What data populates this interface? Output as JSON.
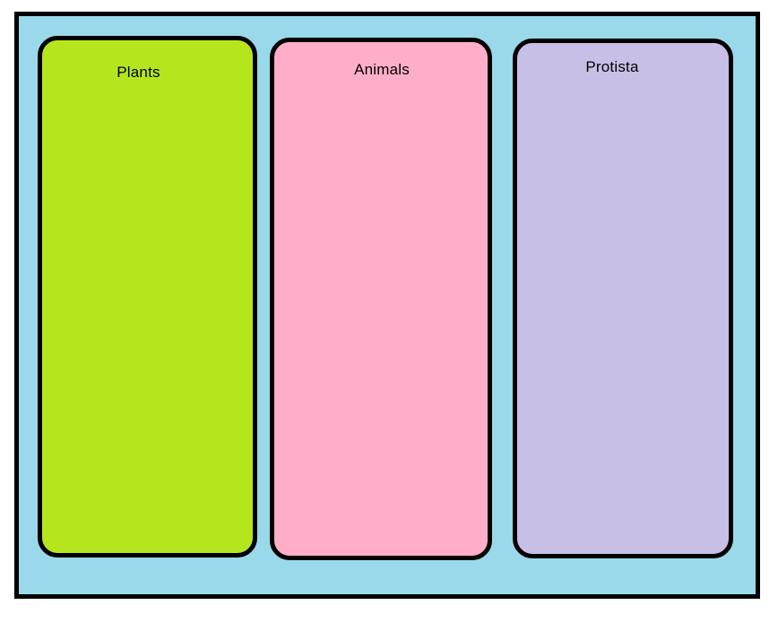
{
  "page": {
    "background_color": "#ffffff"
  },
  "board": {
    "name": "kingdom-classification-chart",
    "background_color": "#99D9EA",
    "border_color": "#000000"
  },
  "columns": [
    {
      "id": "plants",
      "label": "Plants",
      "fill": "#B5E61D",
      "border_color": "#000000"
    },
    {
      "id": "animals",
      "label": "Animals",
      "fill": "#FFAEC9",
      "border_color": "#000000"
    },
    {
      "id": "protista",
      "label": "Protista",
      "fill": "#C8BFE7",
      "border_color": "#000000"
    }
  ]
}
